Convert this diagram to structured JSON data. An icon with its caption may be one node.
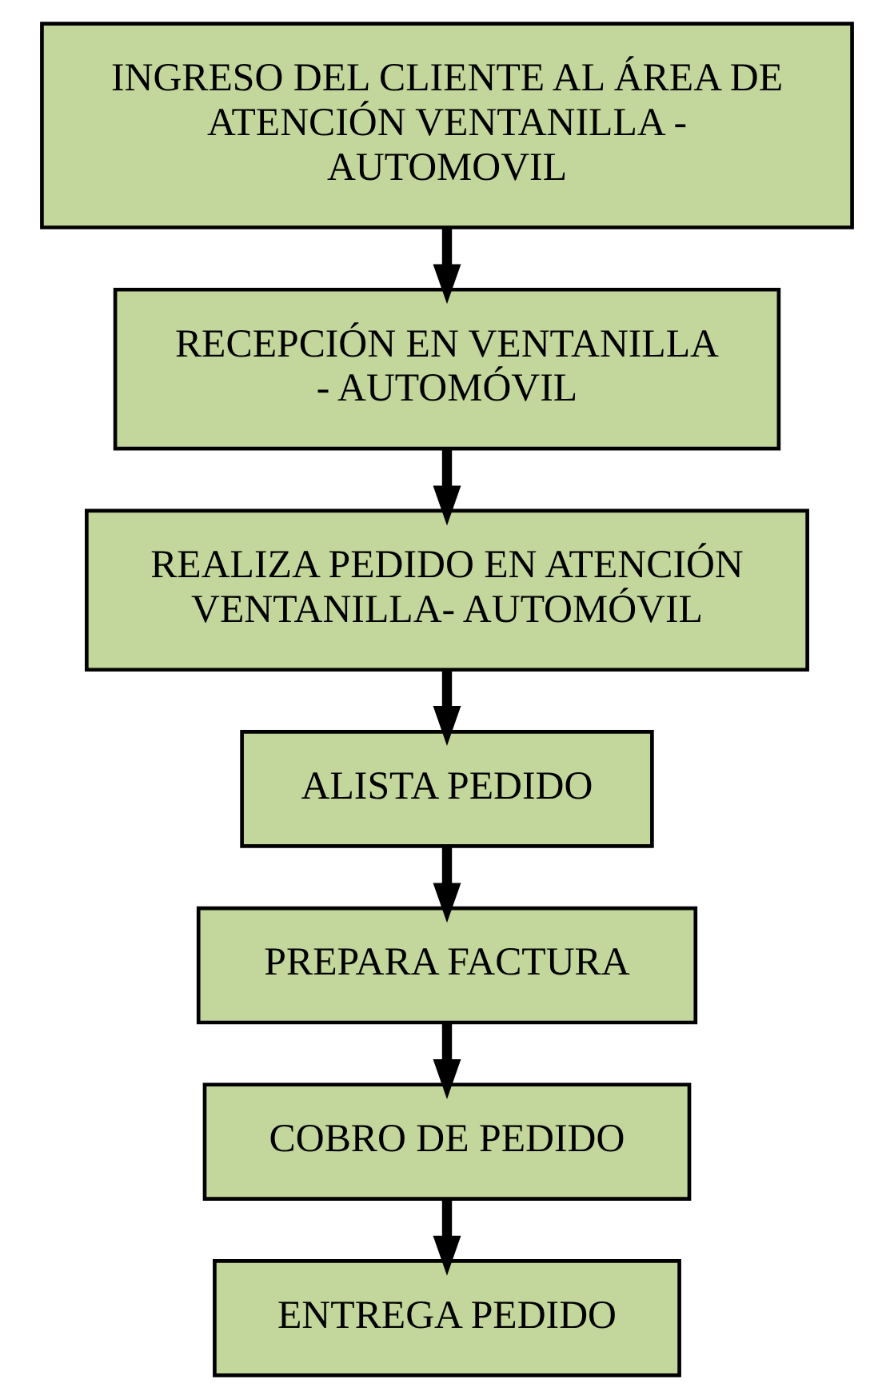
{
  "diagram": {
    "nodes": [
      {
        "text": [
          "INGRESO DEL CLIENTE AL ÁREA DE ATENCIÓN VENTANILLA - AUTOMOVIL"
        ]
      },
      {
        "text": [
          "RECEPCIÓN EN VENTANILLA - AUTOMÓVIL"
        ]
      },
      {
        "text": [
          "REALIZA PEDIDO EN ATENCIÓN VENTANILLA- AUTOMÓVIL"
        ]
      },
      {
        "text": [
          "ALISTA PEDIDO"
        ]
      },
      {
        "text": [
          "PREPARA FACTURA"
        ]
      },
      {
        "text": [
          "COBRO DE PEDIDO"
        ]
      },
      {
        "text": [
          "ENTREGA PEDIDO"
        ]
      }
    ],
    "edges": [
      {
        "from": 0,
        "to": 1,
        "arrow": "to"
      },
      {
        "from": 1,
        "to": 2,
        "arrow": "to"
      },
      {
        "from": 2,
        "to": 3,
        "arrow": "to"
      },
      {
        "from": 3,
        "to": 4,
        "arrow": "to"
      },
      {
        "from": 4,
        "to": 5,
        "arrow": "to"
      },
      {
        "from": 5,
        "to": 6,
        "arrow": "to"
      }
    ]
  }
}
